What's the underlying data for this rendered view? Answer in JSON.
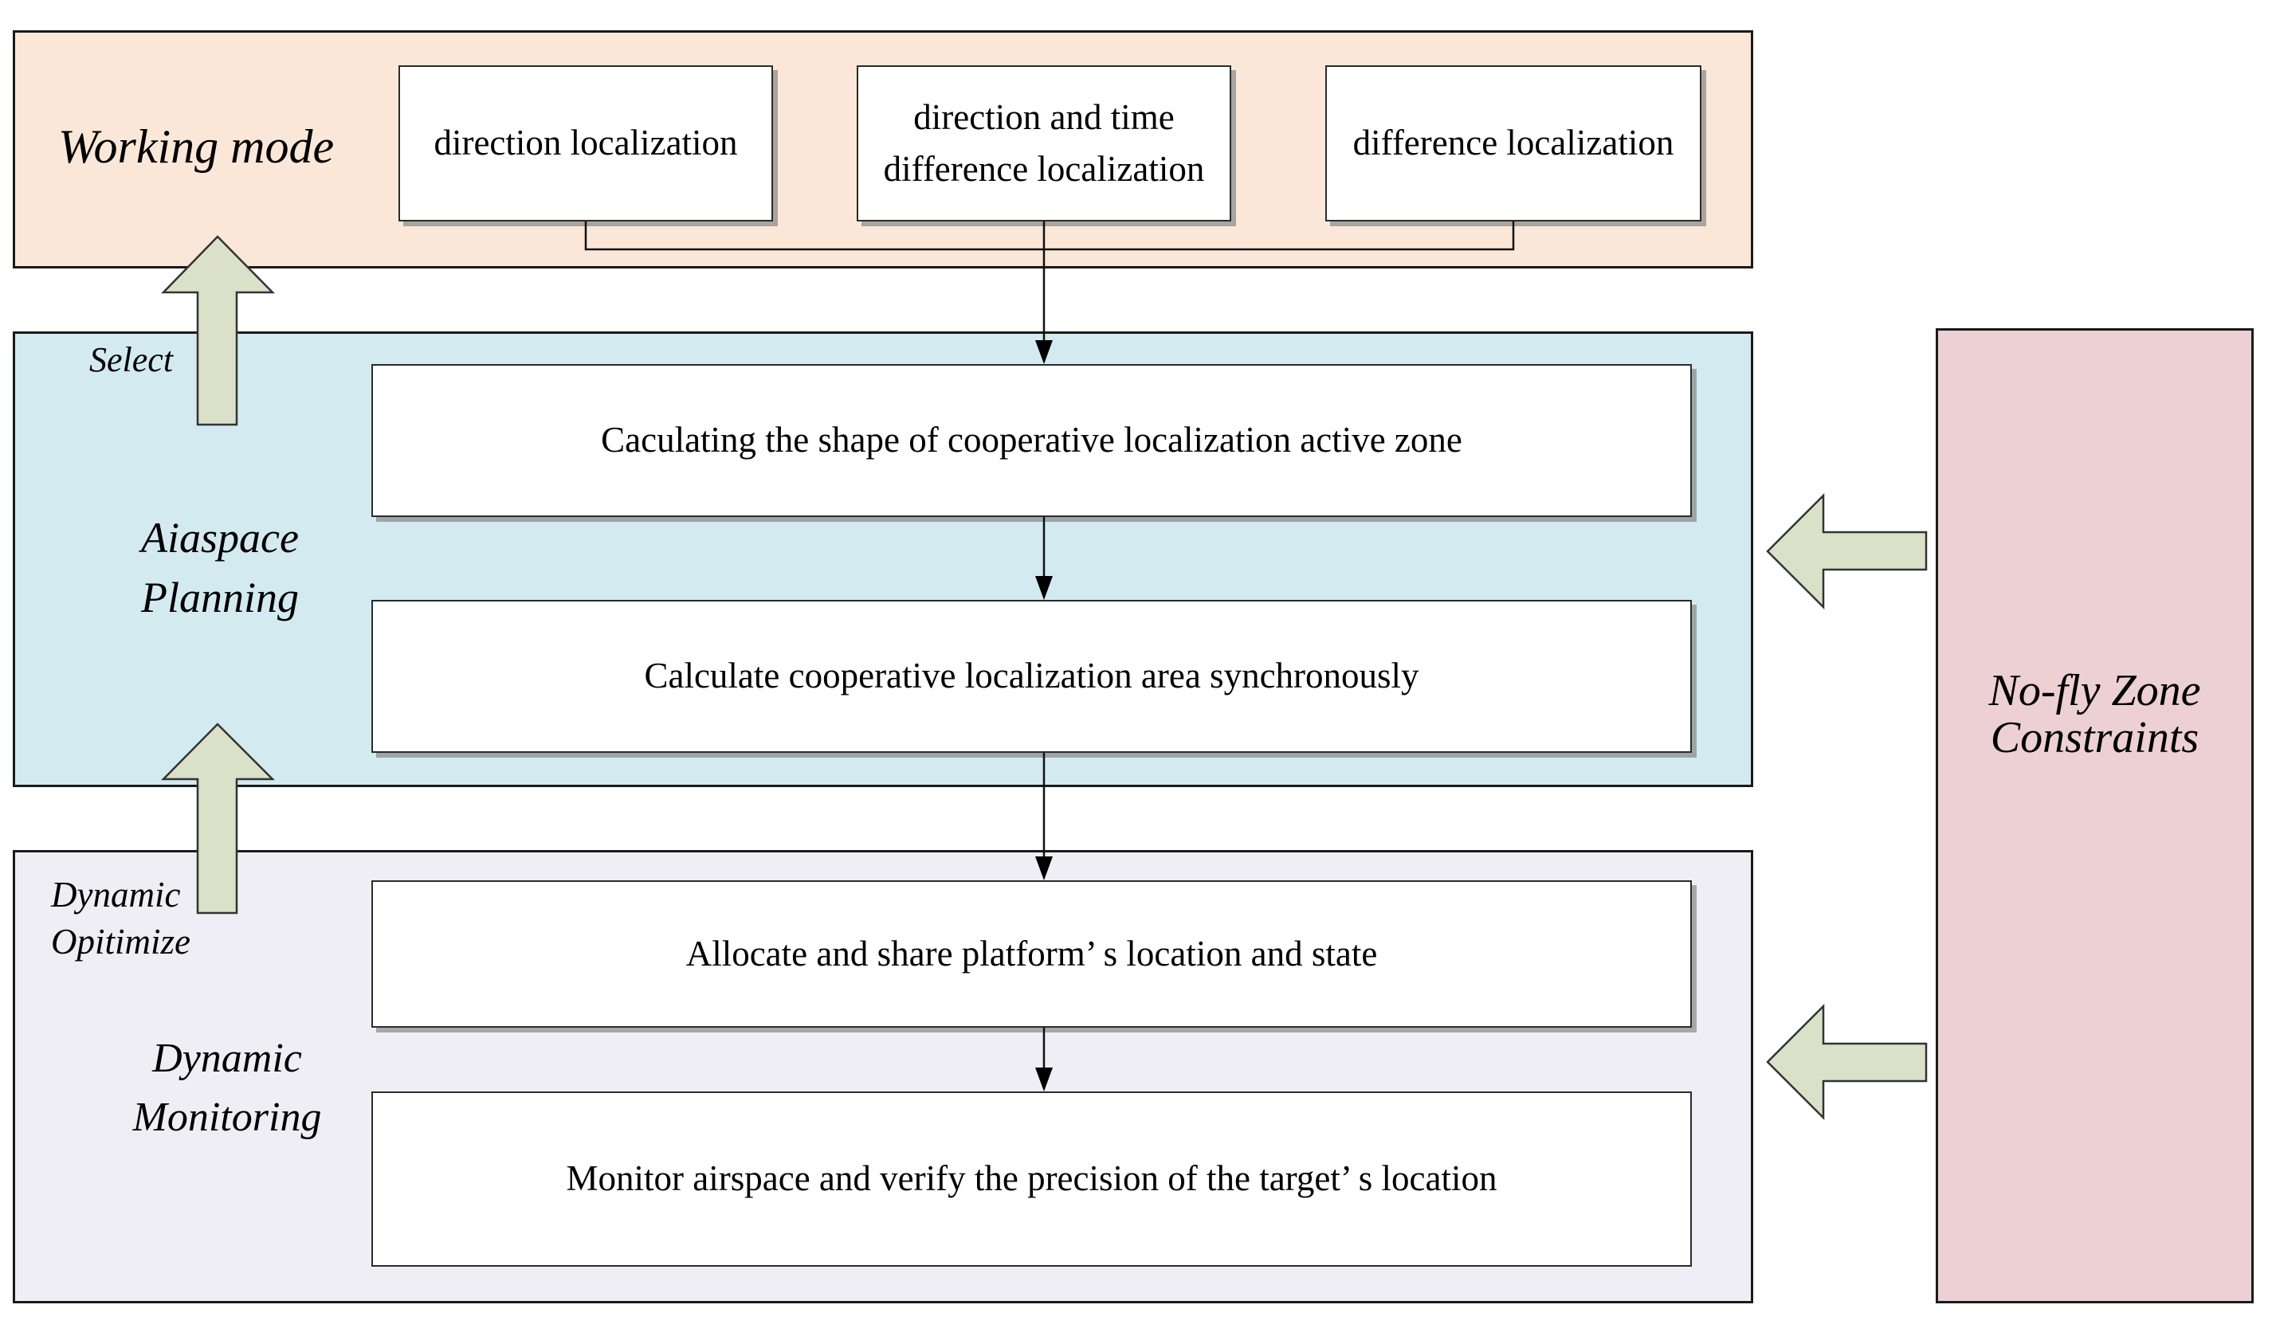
{
  "colors": {
    "working_mode_bg": "#fbe7d8",
    "airspace_bg": "#d3eaf0",
    "monitoring_bg": "#efeef5",
    "nofly_bg": "#ecd0d3",
    "arrow_fill": "#dbe0c9",
    "arrow_stroke": "#333333",
    "line": "#111111",
    "box_border": "#2b2b2b"
  },
  "working_mode": {
    "label": "Working mode",
    "boxes": [
      "direction localization",
      "direction and time difference localization",
      "difference localization"
    ]
  },
  "airspace_planning": {
    "select_label": "Select",
    "label_line1": "Aiaspace",
    "label_line2": "Planning",
    "boxes": [
      "Caculating the shape of cooperative localization active zone",
      "Calculate cooperative localization area synchronously"
    ]
  },
  "dynamic_monitoring": {
    "optimize_label_line1": "Dynamic",
    "optimize_label_line2": "Opitimize",
    "label_line1": "Dynamic",
    "label_line2": "Monitoring",
    "boxes": [
      "Allocate and share platform’ s location and state",
      "Monitor airspace and verify the precision of the target’ s location"
    ]
  },
  "no_fly_zone": {
    "label_line1": "No-fly Zone",
    "label_line2": "Constraints"
  }
}
